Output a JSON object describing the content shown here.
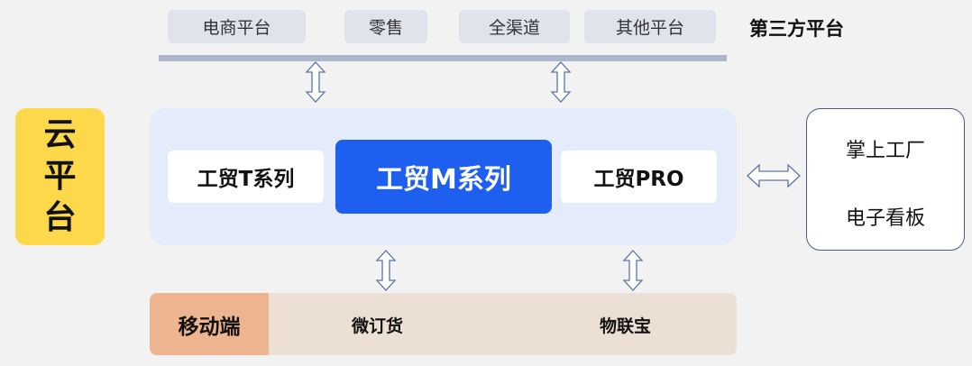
{
  "third_party": {
    "title": "第三方平台",
    "items": [
      "电商平台",
      "零售",
      "全渠道",
      "其他平台"
    ]
  },
  "cloud": {
    "chars": [
      "云",
      "平",
      "台"
    ]
  },
  "products": {
    "left": "工贸T系列",
    "main": "工贸M系列",
    "right": "工贸PRO"
  },
  "factory": {
    "items": [
      "掌上工厂",
      "电子看板"
    ]
  },
  "mobile": {
    "label": "移动端",
    "items": [
      "微订货",
      "物联宝"
    ]
  },
  "colors": {
    "cloud": "#fdd84b",
    "core_bg": "#e4ebfb",
    "main_product": "#1f5ff0",
    "mobile_label": "#edb48f",
    "mobile_band": "#ecdfd4",
    "pill": "#dfe3ec"
  }
}
